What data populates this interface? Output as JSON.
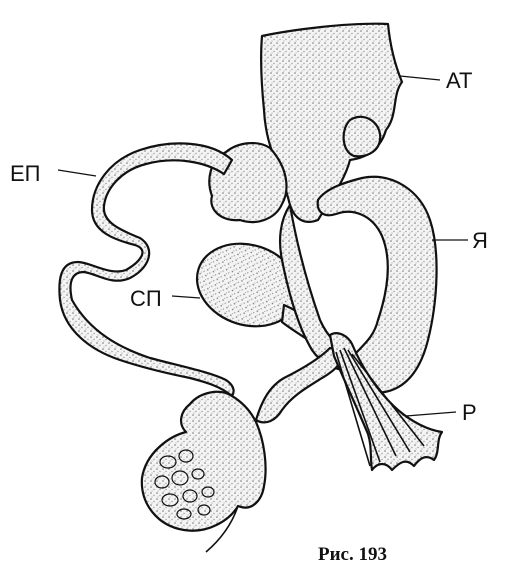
{
  "labels": {
    "at": "АТ",
    "ep": "ЕП",
    "ya": "Я",
    "sp": "СП",
    "r": "Р"
  },
  "caption": "Рис. 193",
  "colors": {
    "ink": "#111111",
    "paper": "#ffffff"
  }
}
